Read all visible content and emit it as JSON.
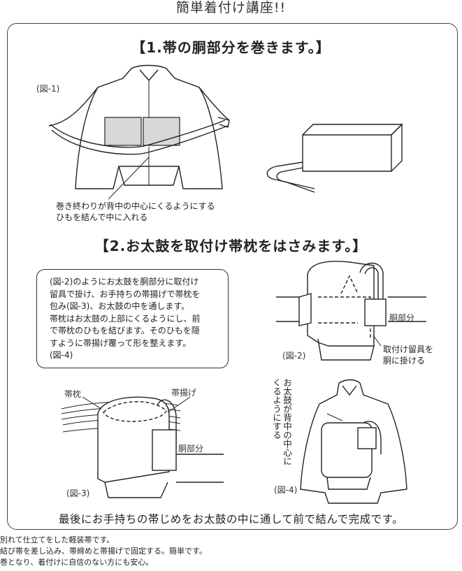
{
  "page": {
    "title": "簡単着付け講座!!"
  },
  "section1": {
    "heading": "【1.帯の胴部分を巻きます。】",
    "fig_label": "(図-1)",
    "note_lines": [
      "巻き終わりが背中の中心にくるようにする",
      "ひもを結んで中に入れる"
    ]
  },
  "section2": {
    "heading": "【2.お太鼓を取付け帯枕をはさみます。】",
    "callout_lines": [
      "(図-2)のようにお太鼓を胴部分に取付け",
      "留具で掛け、お手持ちの帯揚げで帯枕を",
      "包み(図-3)、お太鼓の中を通します。",
      "帯枕はお太鼓の上部にくるようにし、前",
      "で帯枕のひもを結びます。そのひもを隠",
      "すように帯揚げ覆って形を整えます。",
      "(図-4)"
    ],
    "fig2": {
      "label": "(図-2)",
      "body_part": "胴部分",
      "clip_note_lines": [
        "取付け留具を",
        "胴に掛ける"
      ]
    },
    "fig3": {
      "label": "(図-3)",
      "obimakura": "帯枕",
      "obiage": "帯揚げ",
      "body_part": "胴部分"
    },
    "fig4": {
      "label": "(図-4)",
      "vertical_note_lines": [
        "お太鼓が背中の中心に",
        "くるようにする"
      ]
    },
    "final_text": "最後にお手持ちの帯じめをお太鼓の中に通して前で結んで完成です。"
  },
  "footer": {
    "lines": [
      "別れて仕立てをした軽装帯です。",
      "結び帯を差し込み、帯締めと帯揚げで固定する。簡単です。",
      "巻となり、着付けに自信のない方にも安心。"
    ]
  }
}
